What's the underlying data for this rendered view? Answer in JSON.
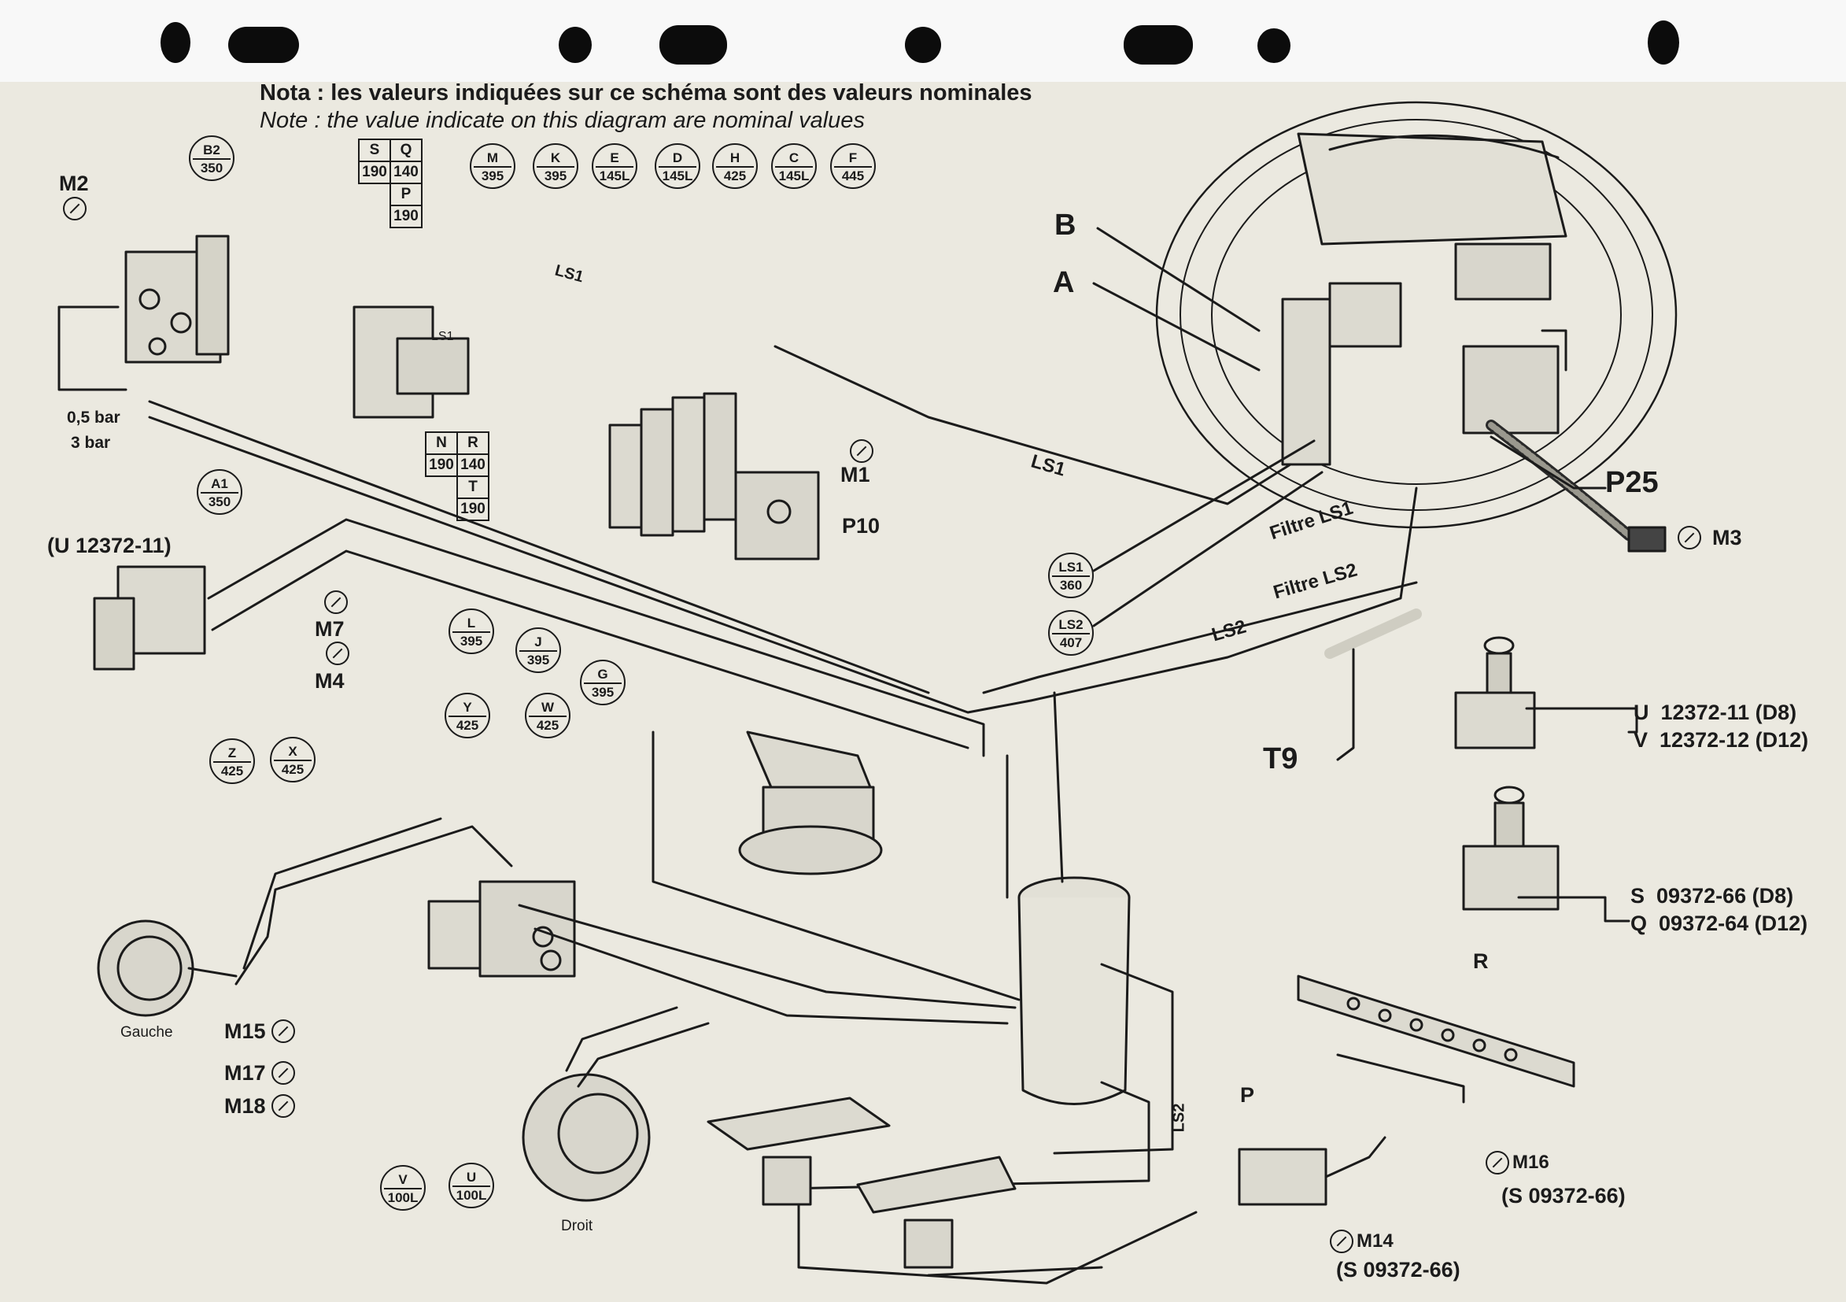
{
  "header": {
    "note_fr": "Nota : les valeurs indiquées sur ce schéma sont des valeurs nominales",
    "note_en": "Note : the value indicate on this diagram are nominal values"
  },
  "labels": {
    "B": "B",
    "A": "A",
    "P25": "P25",
    "T9": "T9",
    "M3": "M3",
    "M1": "M1",
    "P10": "P10",
    "M2": "M2",
    "M7": "M7",
    "M4": "M4",
    "M15": "M15",
    "M17": "M17",
    "M18": "M18",
    "M16": "M16",
    "M14": "M14",
    "R": "R",
    "P": "P",
    "bar05": "0,5 bar",
    "bar3": "3 bar",
    "u_top": "(U 12372-11)",
    "s_m16": "(S 09372-66)",
    "s_m14": "(S 09372-66)",
    "gauche": "Gauche",
    "droit": "Droit",
    "ls1_a": "LS1",
    "ls1_b": "LS1",
    "ls1_c": "LS1",
    "ls2_a": "LS2",
    "ls2_v": "LS2",
    "filtre_ls1": "Filtre LS1",
    "filtre_ls2": "Filtre LS2"
  },
  "bubbles": [
    {
      "id": "B2",
      "value": "350"
    },
    {
      "id": "A1",
      "value": "350"
    },
    {
      "id": "M",
      "value": "395"
    },
    {
      "id": "K",
      "value": "395"
    },
    {
      "id": "E",
      "value": "145L"
    },
    {
      "id": "D",
      "value": "145L"
    },
    {
      "id": "H",
      "value": "425"
    },
    {
      "id": "C",
      "value": "145L"
    },
    {
      "id": "F",
      "value": "445"
    },
    {
      "id": "LS1",
      "value": "360"
    },
    {
      "id": "LS2",
      "value": "407"
    },
    {
      "id": "L",
      "value": "395"
    },
    {
      "id": "J",
      "value": "395"
    },
    {
      "id": "G",
      "value": "395"
    },
    {
      "id": "Y",
      "value": "425"
    },
    {
      "id": "W",
      "value": "425"
    },
    {
      "id": "Z",
      "value": "425"
    },
    {
      "id": "X",
      "value": "425"
    },
    {
      "id": "V",
      "value": "100L"
    },
    {
      "id": "U",
      "value": "100L"
    }
  ],
  "table_top": {
    "S": "S",
    "Q": "Q",
    "P": "P",
    "s_val": "190",
    "q_val": "140",
    "p_val": "190"
  },
  "table_bottom": {
    "N": "N",
    "R": "R",
    "T": "T",
    "n_val": "190",
    "r_val": "140",
    "t_val": "190"
  },
  "parts": [
    {
      "id": "U",
      "ref": "12372-11 (D8)"
    },
    {
      "id": "V",
      "ref": "12372-12 (D12)"
    },
    {
      "id": "S",
      "ref": "09372-66 (D8)"
    },
    {
      "id": "Q",
      "ref": "09372-64 (D12)"
    }
  ],
  "colors": {
    "ink": "#1b1b1b",
    "paper": "#ebe9e0",
    "binder": "#f8f8f8"
  }
}
